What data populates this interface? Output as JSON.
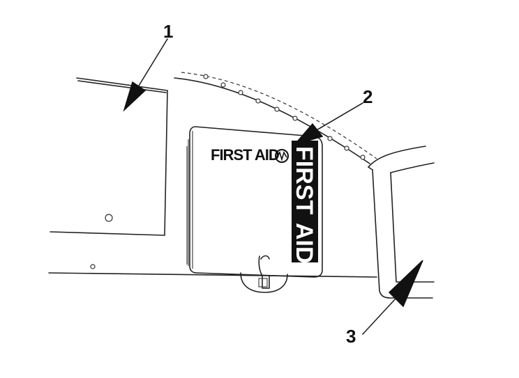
{
  "callouts": {
    "one": "1",
    "two": "2",
    "three": "3"
  },
  "kit": {
    "label_small": "FIRST AID",
    "band_word1": "FIRST",
    "band_word2": "AID"
  }
}
